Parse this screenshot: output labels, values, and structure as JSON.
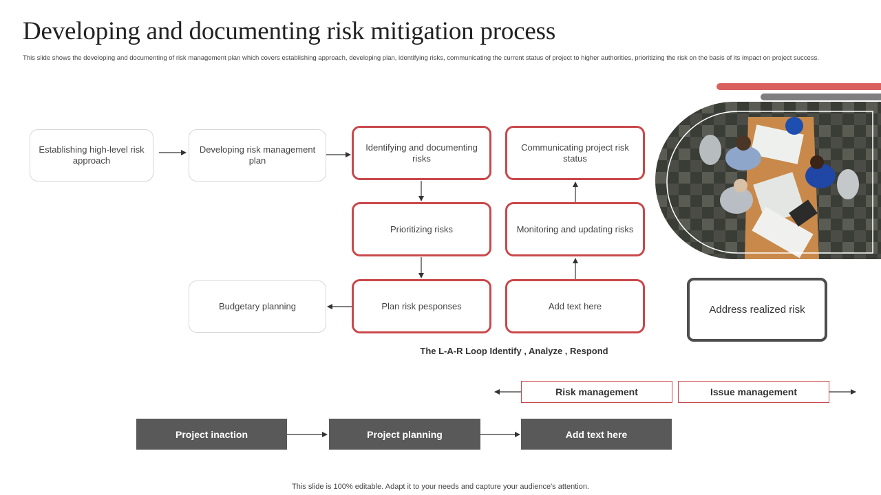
{
  "slide": {
    "title": "Developing and documenting risk mitigation process",
    "subtitle": "This slide shows the developing and documenting of risk management plan which covers establishing approach, developing plan, identifying risks, communicating the current status of project to higher authorities, prioritizing the risk on the basis of its impact on project success.",
    "footer": "This slide is 100% editable. Adapt it to your needs and capture your audience's attention."
  },
  "flow": {
    "establishing": "Establishing high-level risk approach",
    "developing": "Developing risk management plan",
    "identifying": "Identifying and documenting risks",
    "communicating": "Communicating project risk status",
    "prioritizing": "Prioritizing risks",
    "monitoring": "Monitoring and updating risks",
    "budgetary": "Budgetary planning",
    "plan_responses": "Plan risk pesponses",
    "add_text": "Add text here",
    "address_realized": "Address realized risk",
    "loop_caption": "The L-A-R Loop Identify , Analyze , Respond"
  },
  "management": {
    "risk": "Risk management",
    "issue": "Issue management"
  },
  "stages": {
    "inaction": "Project inaction",
    "planning": "Project planning",
    "add_text": "Add  text here"
  },
  "colors": {
    "accent_red": "#c9474a",
    "dark_gray": "#595959",
    "bar_red": "#d9605f",
    "bar_gray": "#7f7f7f"
  }
}
